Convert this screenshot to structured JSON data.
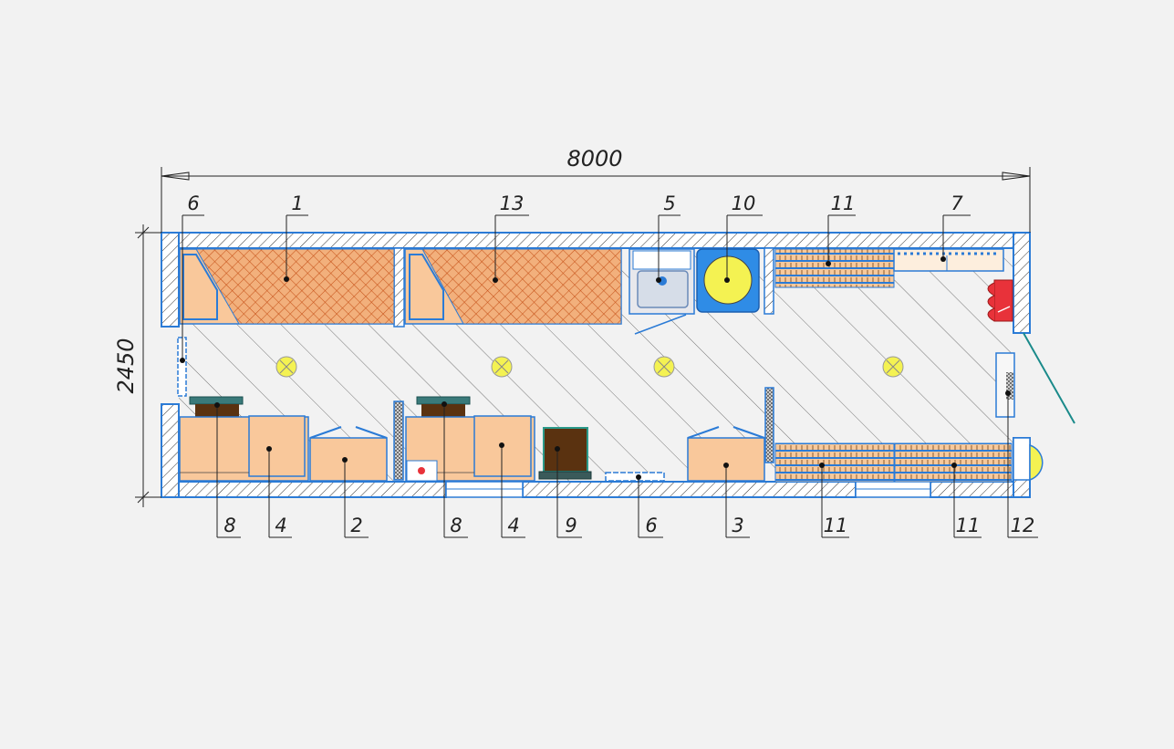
{
  "dimensions": {
    "length": "8000",
    "width": "2450"
  },
  "callouts": {
    "c6a": "6",
    "c1": "1",
    "c13": "13",
    "c5": "5",
    "c10": "10",
    "c11a": "11",
    "c7": "7",
    "c8a": "8",
    "c4a": "4",
    "c2": "2",
    "c8b": "8",
    "c4b": "4",
    "c9": "9",
    "c6b": "6",
    "c3": "3",
    "c11b": "11",
    "c11c": "11",
    "c12": "12"
  },
  "colors": {
    "wall_outline": "#2b7bd6",
    "furniture": "#f9c89b",
    "bed_hatch": "#e8783a",
    "dark_wood": "#5a3210",
    "lamp": "#f4f252",
    "sink_blue": "#2f8ce6",
    "heater_red": "#e8323a"
  }
}
